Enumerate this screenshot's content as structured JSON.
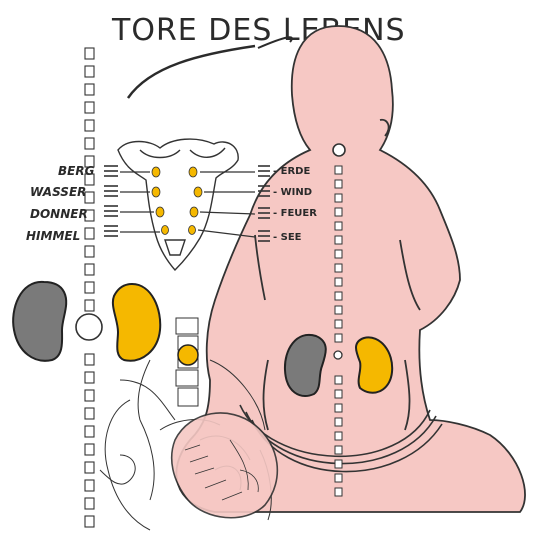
{
  "title": "TORE DES LEBENS",
  "labels_left": [
    "BERG",
    "WASSER",
    "DONNER",
    "HIMMEL"
  ],
  "labels_right": [
    "- ERDE",
    "- WIND",
    "- FEUER",
    "- SEE"
  ],
  "colors": {
    "skin": "#f6c8c4",
    "kidney_gold": "#f5b800",
    "kidney_gray": "#7a7a7a",
    "ink": "#2a2a2a"
  }
}
